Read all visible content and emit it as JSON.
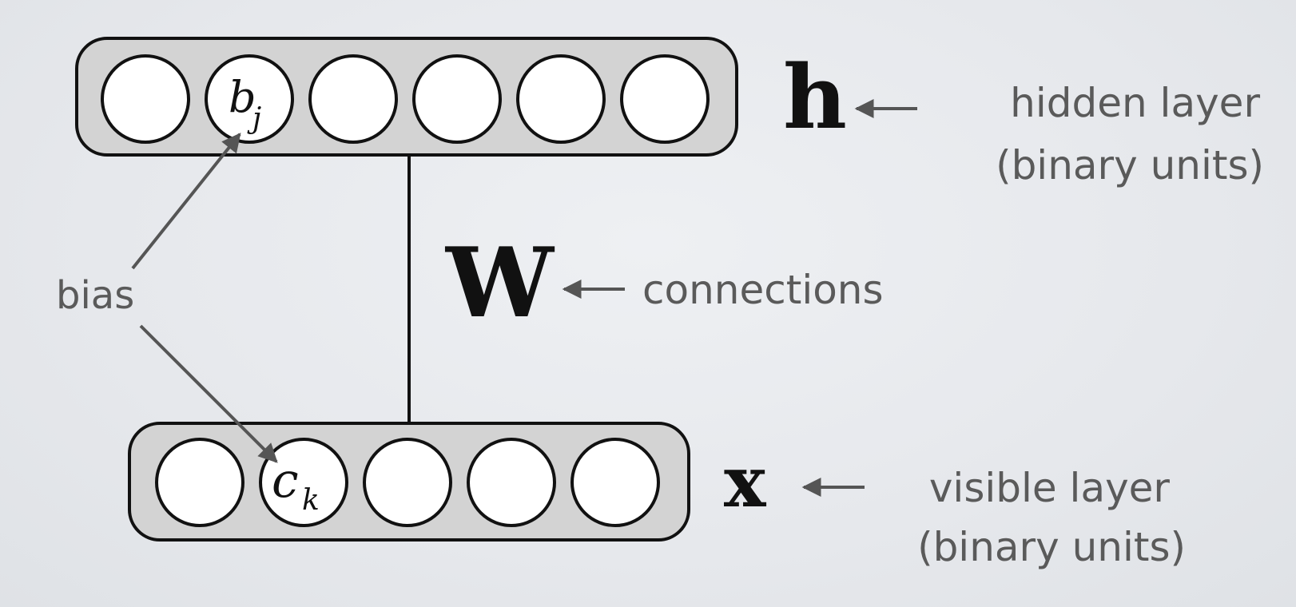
{
  "colors": {
    "background": "#e8eaed",
    "layer_fill": "#d3d3d3",
    "unit_fill": "#ffffff",
    "stroke": "#111111",
    "arrow": "#555555",
    "label_text": "#5a5a5a"
  },
  "hidden_layer": {
    "symbol": "h",
    "label_line1": "hidden layer",
    "label_line2": "(binary units)",
    "unit_count": 6,
    "bias_unit_index": 1,
    "bias_symbol": "b",
    "bias_subscript": "j"
  },
  "visible_layer": {
    "symbol": "x",
    "label_line1": "visible layer",
    "label_line2": "(binary units)",
    "unit_count": 5,
    "bias_unit_index": 1,
    "bias_symbol": "c",
    "bias_subscript": "k"
  },
  "connections": {
    "symbol": "W",
    "label": "connections"
  },
  "bias": {
    "label": "bias"
  },
  "icons": [
    "left-arrow-icon",
    "bias-arrow-icon"
  ]
}
